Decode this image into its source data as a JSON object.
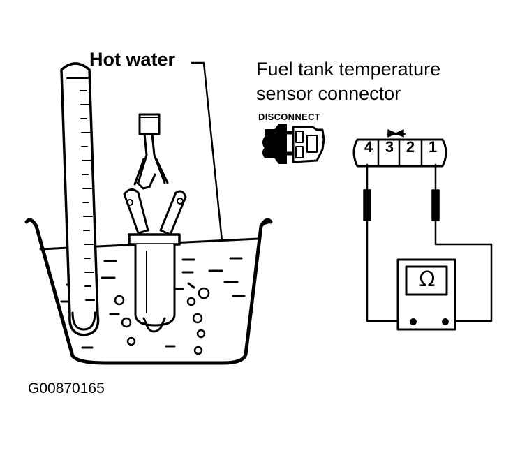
{
  "labels": {
    "hot_water": "Hot water",
    "sensor_title_line1": "Fuel tank temperature",
    "sensor_title_line2": "sensor connector",
    "disconnect": "DISCONNECT",
    "figure_code": "G00870165"
  },
  "connector": {
    "pins": [
      "4",
      "3",
      "2",
      "1"
    ]
  },
  "meter": {
    "symbol": "Ω"
  },
  "icons": {
    "thermometer": "thermometer-icon",
    "sensor": "temperature-sensor-icon",
    "connector_disconnect": "connector-disconnect-icon",
    "ohmmeter": "ohmmeter-icon"
  }
}
